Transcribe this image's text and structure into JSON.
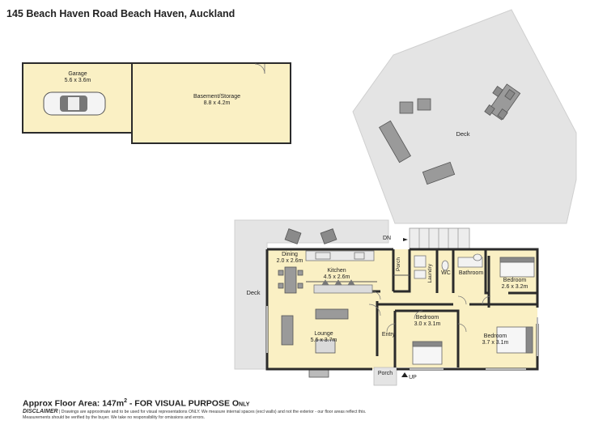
{
  "header": {
    "title": "145 Beach Haven Road Beach Haven, Auckland"
  },
  "rooms": {
    "garage": {
      "name": "Garage",
      "dims": "5.6 x 3.6m"
    },
    "basement": {
      "name": "Basement/Storage",
      "dims": "8.8 x 4.2m"
    },
    "deck_top": {
      "name": "Deck"
    },
    "deck_left": {
      "name": "Deck"
    },
    "dining": {
      "name": "Dining",
      "dims": "2.0 x 2.6m"
    },
    "kitchen": {
      "name": "Kitchen",
      "dims": "4.5 x 2.6m"
    },
    "porch_top": {
      "name": "Porch"
    },
    "laundry": {
      "name": "Laundry"
    },
    "wc": {
      "name": "WC"
    },
    "bathroom": {
      "name": "Bathroom"
    },
    "bedroom1": {
      "name": "Bedroom",
      "dims": "2.6 x 3.2m"
    },
    "bedroom2": {
      "name": "Bedroom",
      "dims": "3.0 x 3.1m"
    },
    "bedroom3": {
      "name": "Bedroom",
      "dims": "3.7 x 3.1m"
    },
    "lounge": {
      "name": "Lounge",
      "dims": "5.6 x 3.7m"
    },
    "entry": {
      "name": "Entry"
    },
    "porch_bottom": {
      "name": "Porch"
    }
  },
  "stairs": {
    "down": "DN",
    "up": "UP"
  },
  "footer": {
    "area_prefix": "Approx Floor Area: 147m",
    "area_sup": "2",
    "area_suffix": " - FOR VISUAL PURPOSE ",
    "area_only": "Only",
    "disclaimer_label": "DISCLAIMER",
    "disclaimer_line1": " | Drawings are approximate and to be used for visual representations ONLY. We measure internal spaces (excl walls) and not the exterior - our floor areas reflect this.",
    "disclaimer_line2": "Measurements should be verified by the buyer. We take no responsibility for omissions and errors."
  },
  "colors": {
    "floor": "#faf0c4",
    "deck": "#e3e3e3",
    "wall": "#2b2b2b",
    "fixture": "#9a9a9a"
  }
}
